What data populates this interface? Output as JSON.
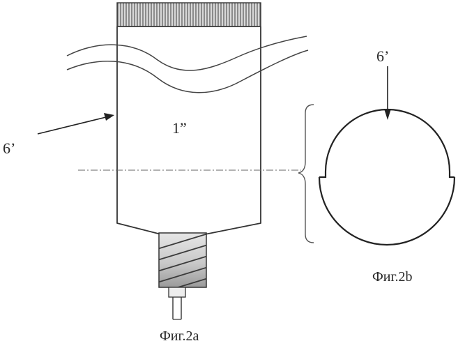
{
  "figure_a": {
    "caption": "Фиг.2a",
    "label_part": "1”",
    "label_pointer": "6’"
  },
  "figure_b": {
    "caption": "Фиг.2b",
    "label_pointer": "6’"
  }
}
